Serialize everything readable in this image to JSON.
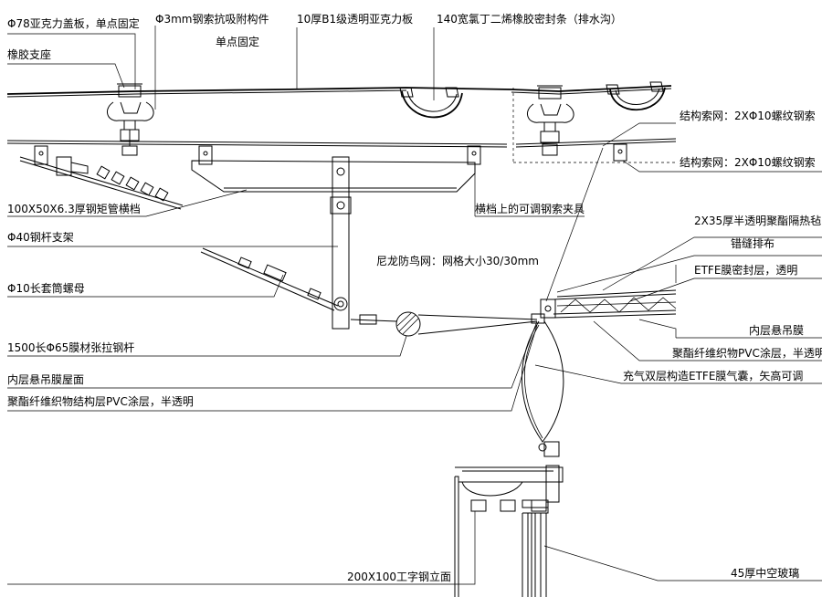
{
  "labels": {
    "acrylic_cover": "Φ78亚克力盖板，单点固定",
    "rubber_support": "橡胶支座",
    "cable_anti_suction": "Φ3mm钢索抗吸附构件",
    "single_point_fix": "单点固定",
    "acrylic_panel": "10厚B1级透明亚克力板",
    "neoprene_seal": "140宽氯丁二烯橡胶密封条（排水沟）",
    "cable_net_1": "结构索网：2XΦ10螺纹钢索",
    "cable_net_2": "结构索网：2XΦ10螺纹钢索",
    "purlin": "100X50X6.3厚钢矩管横档",
    "clamp": "横档上的可调钢索夹具",
    "felt_1": "2X35厚半透明聚酯隔热毡",
    "felt_2": "错缝排布",
    "rod_support": "Φ40钢杆支架",
    "bird_net": "尼龙防鸟网：网格大小30/30mm",
    "etfe_seal": "ETFE膜密封层，透明",
    "sleeve_nut": "Φ10长套筒螺母",
    "inner_membrane": "内层悬吊膜",
    "tension_rod": "1500长Φ65膜材张拉钢杆",
    "pvc_coating": "聚酯纤维织物PVC涂层，半透明",
    "inner_roof": "内层悬吊膜屋面",
    "etfe_cushion": "充气双层构造ETFE膜气囊，矢高可调",
    "pvc_structure": "聚酯纤维织物结构层PVC涂层，半透明",
    "i_beam": "200X100工字钢立面",
    "glass": "45厚中空玻璃"
  }
}
